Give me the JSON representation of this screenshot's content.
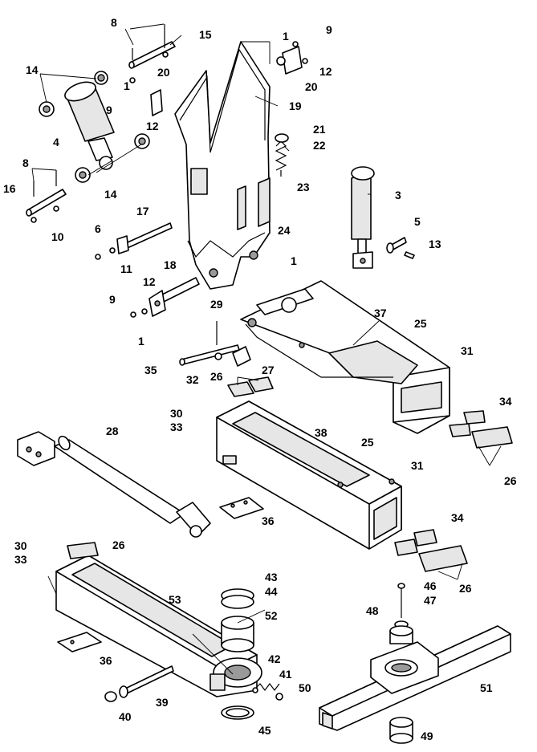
{
  "callouts": [
    "1",
    "3",
    "4",
    "5",
    "6",
    "8",
    "9",
    "10",
    "11",
    "12",
    "13",
    "14",
    "15",
    "16",
    "17",
    "18",
    "19",
    "20",
    "21",
    "22",
    "23",
    "24",
    "25",
    "26",
    "27",
    "28",
    "29",
    "30",
    "31",
    "32",
    "33",
    "34",
    "35",
    "36",
    "37",
    "38",
    "39",
    "40",
    "41",
    "42",
    "43",
    "44",
    "45",
    "46",
    "47",
    "48",
    "49",
    "50",
    "51",
    "52",
    "53"
  ],
  "labels": [
    {
      "t": "8"
    },
    {
      "t": "15"
    },
    {
      "t": "1"
    },
    {
      "t": "9"
    },
    {
      "t": "12"
    },
    {
      "t": "20"
    },
    {
      "t": "14"
    },
    {
      "t": "1"
    },
    {
      "t": "20"
    },
    {
      "t": "19"
    },
    {
      "t": "9"
    },
    {
      "t": "12"
    },
    {
      "t": "4"
    },
    {
      "t": "21"
    },
    {
      "t": "22"
    },
    {
      "t": "8"
    },
    {
      "t": "14"
    },
    {
      "t": "16"
    },
    {
      "t": "10"
    },
    {
      "t": "23"
    },
    {
      "t": "3"
    },
    {
      "t": "17"
    },
    {
      "t": "6"
    },
    {
      "t": "24"
    },
    {
      "t": "5"
    },
    {
      "t": "13"
    },
    {
      "t": "11"
    },
    {
      "t": "1"
    },
    {
      "t": "18"
    },
    {
      "t": "12"
    },
    {
      "t": "9"
    },
    {
      "t": "29"
    },
    {
      "t": "37"
    },
    {
      "t": "1"
    },
    {
      "t": "25"
    },
    {
      "t": "31"
    },
    {
      "t": "35"
    },
    {
      "t": "32"
    },
    {
      "t": "26"
    },
    {
      "t": "27"
    },
    {
      "t": "30"
    },
    {
      "t": "33"
    },
    {
      "t": "34"
    },
    {
      "t": "28"
    },
    {
      "t": "38"
    },
    {
      "t": "25"
    },
    {
      "t": "31"
    },
    {
      "t": "26"
    },
    {
      "t": "36"
    },
    {
      "t": "34"
    },
    {
      "t": "30"
    },
    {
      "t": "26"
    },
    {
      "t": "33"
    },
    {
      "t": "26"
    },
    {
      "t": "43"
    },
    {
      "t": "44"
    },
    {
      "t": "53"
    },
    {
      "t": "46"
    },
    {
      "t": "47"
    },
    {
      "t": "48"
    },
    {
      "t": "52"
    },
    {
      "t": "36"
    },
    {
      "t": "42"
    },
    {
      "t": "41"
    },
    {
      "t": "50"
    },
    {
      "t": "51"
    },
    {
      "t": "39"
    },
    {
      "t": "40"
    },
    {
      "t": "45"
    },
    {
      "t": "49"
    }
  ]
}
